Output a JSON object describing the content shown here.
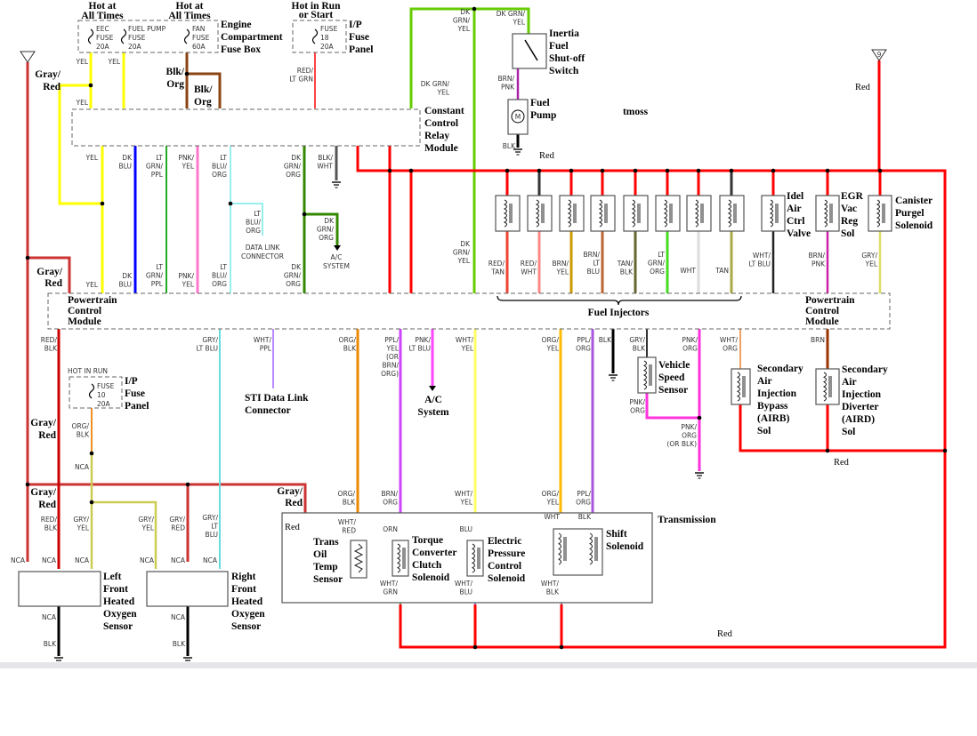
{
  "headers": {
    "hot_at_all_times_1": [
      "Hot at",
      "All Times"
    ],
    "hot_at_all_times_2": [
      "Hot at",
      "All Times"
    ],
    "hot_in_run_or_start": [
      "Hot in Run",
      "or Start"
    ],
    "hot_in_run": "HOT  IN  RUN"
  },
  "fuses": {
    "eec_fuse": [
      "EEC",
      "FUSE",
      "20A"
    ],
    "fuel_pump_fuse": [
      "FUEL  PUMP",
      "FUSE",
      "20A"
    ],
    "fan_fuse": [
      "FAN",
      "FUSE",
      "60A"
    ],
    "ip_fuse_18": [
      "FUSE",
      "18",
      "20A"
    ],
    "ip_fuse_10": [
      "FUSE",
      "10",
      "20A"
    ]
  },
  "components": {
    "engine_fuse_box": [
      "Engine",
      "Compartment",
      "Fuse Box"
    ],
    "ip_fuse_panel_top": [
      "I/P",
      "Fuse",
      "Panel"
    ],
    "ip_fuse_panel_bottom": [
      "I/P",
      "Fuse",
      "Panel"
    ],
    "ccrm": [
      "Constant",
      "Control",
      "Relay",
      "Module"
    ],
    "pcm_left": [
      "Powertrain",
      "Control",
      "Module"
    ],
    "pcm_right": [
      "Powertrain",
      "Control",
      "Module"
    ],
    "fuel_injectors": "Fuel Injectors",
    "inertia_switch": [
      "Inertia",
      "Fuel",
      "Shut-off",
      "Switch"
    ],
    "fuel_pump": [
      "Fuel",
      "Pump"
    ],
    "idle_air": [
      "Idel",
      "Air",
      "Ctrl",
      "Valve"
    ],
    "egr": [
      "EGR",
      "Vac",
      "Reg",
      "Sol"
    ],
    "canister": [
      "Canister",
      "Purgel",
      "Solenoid"
    ],
    "data_link_connector": [
      "DATA  LINK",
      "CONNECTOR"
    ],
    "ac_system_top": [
      "A/C",
      "SYSTEM"
    ],
    "sti_connector": [
      "STI Data Link",
      "Connector"
    ],
    "ac_system": [
      "A/C",
      "System"
    ],
    "vss": [
      "Vehicle",
      "Speed",
      "Sensor"
    ],
    "airb": [
      "Secondary",
      "Air",
      "Injection",
      "Bypass",
      "(AIRB)",
      "Sol"
    ],
    "aird": [
      "Secondary",
      "Air",
      "Injection",
      "Diverter",
      "(AIRD)",
      "Sol"
    ],
    "left_o2": [
      "Left",
      "Front",
      "Heated",
      "Oxygen",
      "Sensor"
    ],
    "right_o2": [
      "Right",
      "Front",
      "Heated",
      "Oxygen",
      "Sensor"
    ],
    "transmission": "Transmission",
    "tot": [
      "Trans",
      "Oil",
      "Temp",
      "Sensor"
    ],
    "tcc": [
      "Torque",
      "Converter",
      "Clutch",
      "Solenoid"
    ],
    "epc": [
      "Electric",
      "Pressure",
      "Control",
      "Solenoid"
    ],
    "shift": [
      "Shift",
      "Solenoid"
    ],
    "ground_ref": "9"
  },
  "notes": {
    "watermark": "tmoss",
    "red_1": "Red",
    "red_2": "Red",
    "red_3": "Red",
    "red_4": "Red",
    "red_trans": "Red",
    "gray_red_1": [
      "Gray/",
      "Red"
    ],
    "gray_red_2": [
      "Gray/",
      "Red"
    ],
    "gray_red_3": [
      "Gray/",
      "Red"
    ],
    "gray_red_4": [
      "Gray/",
      "Red"
    ],
    "gray_red_5": [
      "Gray/",
      "Red"
    ],
    "blk_org_1": [
      "Blk/",
      "Org"
    ],
    "blk_org_2": [
      "Blk/",
      "Org"
    ]
  },
  "wire_labels": [
    [
      "YEL"
    ],
    [
      "YEL"
    ],
    [
      "RED/",
      "LT  GRN"
    ],
    [
      "DK",
      "GRN/",
      "YEL"
    ],
    [
      "DK  GRN/",
      "YEL"
    ],
    [
      "DK  GRN/",
      "YEL"
    ],
    [
      "YEL"
    ],
    [
      "YEL"
    ],
    [
      "DK",
      "BLU"
    ],
    [
      "LT",
      "GRN/",
      "PPL"
    ],
    [
      "PNK/",
      "YEL"
    ],
    [
      "LT",
      "BLU/",
      "ORG"
    ],
    [
      "DK",
      "GRN/",
      "ORG"
    ],
    [
      "BLK/",
      "WHT"
    ],
    [
      "LT",
      "BLU/",
      "ORG"
    ],
    [
      "DK",
      "GRN/",
      "ORG"
    ],
    [
      "DK",
      "GRN/",
      "YEL"
    ],
    [
      "YEL"
    ],
    [
      "DK",
      "BLU"
    ],
    [
      "LT",
      "GRN/",
      "PPL"
    ],
    [
      "PNK/",
      "YEL"
    ],
    [
      "LT",
      "BLU/",
      "ORG"
    ],
    [
      "DK",
      "GRN/",
      "ORG"
    ],
    [
      "BRN/",
      "PNK"
    ],
    [
      "BLK"
    ],
    [
      "RED/",
      "TAN"
    ],
    [
      "RED/",
      "WHT"
    ],
    [
      "BRN/",
      "YEL"
    ],
    [
      "BRN/",
      "LT",
      "BLU"
    ],
    [
      "TAN/",
      "BLK"
    ],
    [
      "LT",
      "GRN/",
      "ORG"
    ],
    [
      "WHT"
    ],
    [
      "TAN"
    ],
    [
      "WHT/",
      "LT  BLU"
    ],
    [
      "BRN/",
      "PNK"
    ],
    [
      "GRY/",
      "YEL"
    ],
    [
      "RED/",
      "BLK"
    ],
    [
      "GRY/",
      "LT  BLU"
    ],
    [
      "WHT/",
      "PPL"
    ],
    [
      "ORG/",
      "BLK"
    ],
    [
      "PPL/",
      "YEL",
      "(OR",
      "BRN/",
      "ORG)"
    ],
    [
      "PNK/",
      "LT  BLU"
    ],
    [
      "WHT/",
      "YEL"
    ],
    [
      "ORG/",
      "YEL"
    ],
    [
      "PPL/",
      "ORG"
    ],
    [
      "BLK"
    ],
    [
      "GRY/",
      "BLK"
    ],
    [
      "PNK/",
      "ORG"
    ],
    [
      "WHT/",
      "ORG"
    ],
    [
      "BRN"
    ],
    [
      "PNK/",
      "ORG"
    ],
    [
      "PNK/",
      "ORG",
      "(OR  BLK)"
    ],
    [
      "ORG/",
      "BLK"
    ],
    [
      "NCA"
    ],
    [
      "RED/",
      "BLK"
    ],
    [
      "GRY/",
      "YEL"
    ],
    [
      "GRY/",
      "YEL"
    ],
    [
      "GRY/",
      "RED"
    ],
    [
      "GRY/",
      "LT",
      "BLU"
    ],
    [
      "NCA"
    ],
    [
      "NCA"
    ],
    [
      "NCA"
    ],
    [
      "NCA"
    ],
    [
      "NCA"
    ],
    [
      "NCA"
    ],
    [
      "NCA"
    ],
    [
      "NCA"
    ],
    [
      "BLK"
    ],
    [
      "BLK"
    ],
    [
      "ORG/",
      "BLK"
    ],
    [
      "BRN/",
      "ORG"
    ],
    [
      "WHT/",
      "YEL"
    ],
    [
      "ORG/",
      "YEL"
    ],
    [
      "PPL/",
      "ORG"
    ],
    [
      "WHT/",
      "RED"
    ],
    [
      "ORN"
    ],
    [
      "BLU"
    ],
    [
      "WHT"
    ],
    [
      "BLK"
    ],
    [
      "WHT/",
      "GRN"
    ],
    [
      "WHT/",
      "BLU"
    ],
    [
      "WHT/",
      "BLK"
    ]
  ],
  "wire_colors": {
    "gray_red": "#cc3333",
    "red": "#ff0000",
    "yellow": "#ffff00",
    "blk_org": "#8b4513",
    "dk_grn_yel": "#66cc00",
    "dk_blu": "#0000ff",
    "pnk": "#ff66cc",
    "ppl": "#bb55ee",
    "org": "#ee8800",
    "lt_blu": "#66dddd",
    "blk": "#000000"
  }
}
